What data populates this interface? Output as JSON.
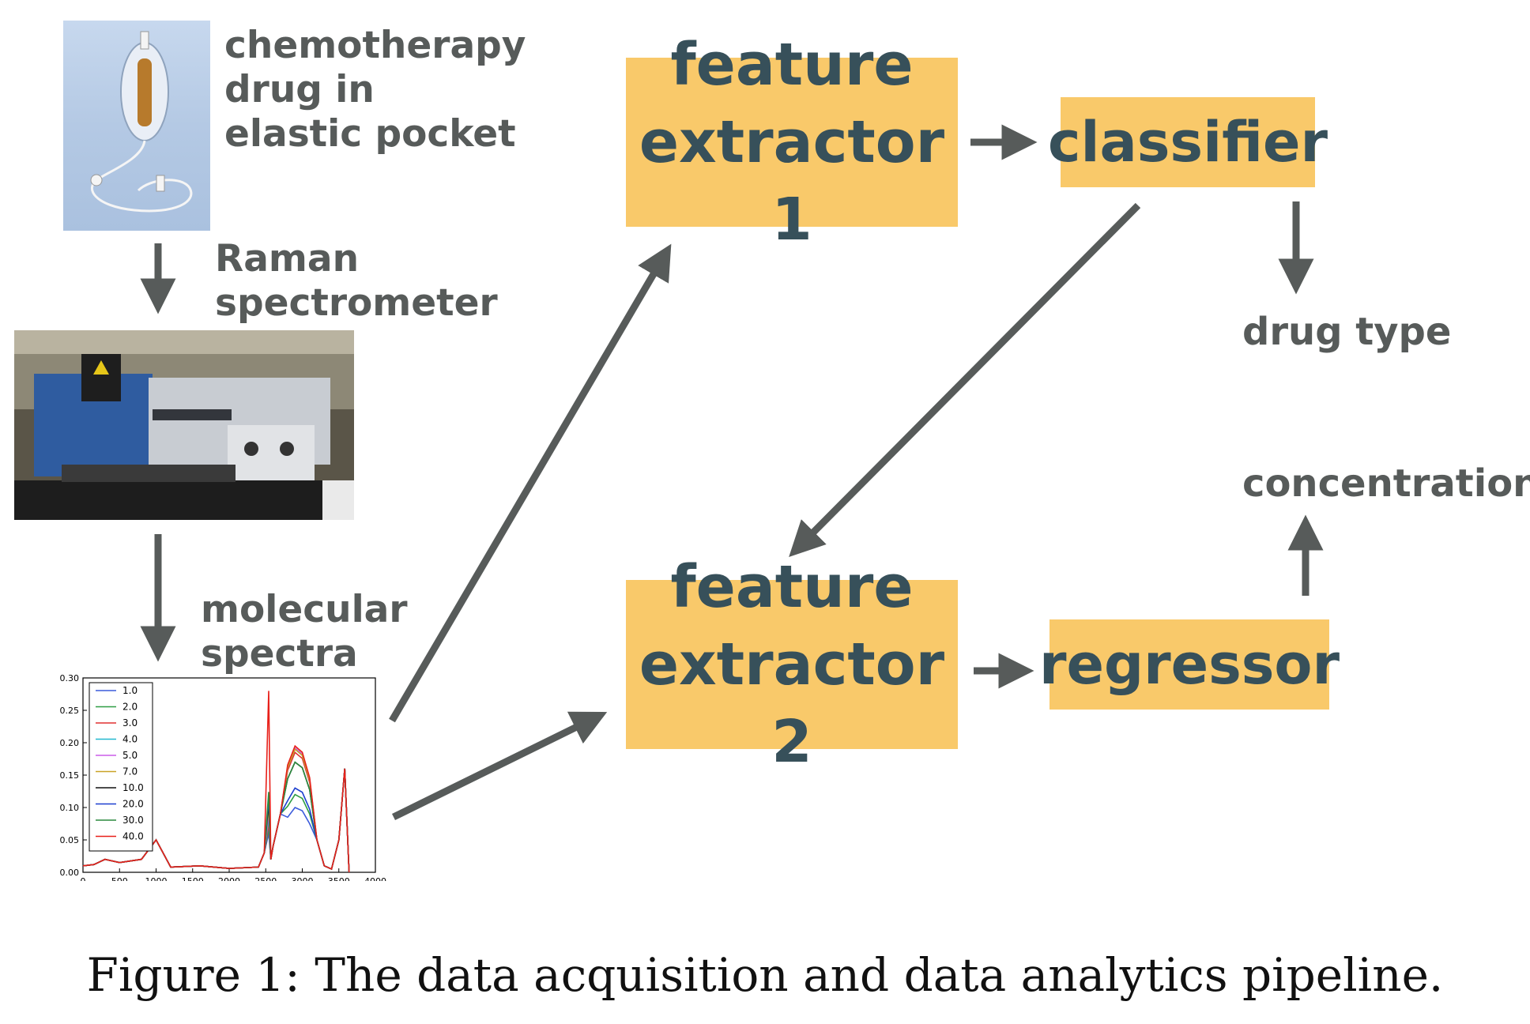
{
  "labels": {
    "drug": "chemotherapy\ndrug in\nelastic pocket",
    "raman": "Raman\nspectrometer",
    "spectra": "molecular\nspectra",
    "drug_type": "drug type",
    "concentration": "concentration"
  },
  "boxes": {
    "fe1": "feature\nextractor 1",
    "classifier": "classifier",
    "fe2": "feature\nextractor 2",
    "regressor": "regressor"
  },
  "caption": "Figure 1:  The data acquisition and data analytics pipeline.",
  "colors": {
    "box": "#f9c96a",
    "box_text": "#37505a",
    "arrow": "#575b5a",
    "label": "#575b5a"
  },
  "chart_data": {
    "type": "line",
    "title": "",
    "xlabel": "",
    "ylabel": "",
    "xlim": [
      0,
      4000
    ],
    "ylim": [
      0,
      0.3
    ],
    "xticks": [
      "0",
      "500",
      "1000",
      "1500",
      "2000",
      "2500",
      "3000",
      "3500",
      "4000"
    ],
    "yticks": [
      "0.00",
      "0.05",
      "0.10",
      "0.15",
      "0.20",
      "0.25",
      "0.30"
    ],
    "legend_position": "top-left",
    "legend": [
      "1.0",
      "2.0",
      "3.0",
      "4.0",
      "5.0",
      "7.0",
      "10.0",
      "20.0",
      "30.0",
      "40.0"
    ],
    "series_colors": [
      "#3b5bdb",
      "#2f9e44",
      "#e03131",
      "#22b8cf",
      "#cc5de8",
      "#c9a227",
      "#111111",
      "#1c3fcf",
      "#2b8a3e",
      "#e8201a"
    ],
    "x": [
      0,
      150,
      300,
      500,
      800,
      1000,
      1200,
      1600,
      2000,
      2400,
      2480,
      2540,
      2570,
      2600,
      2700,
      2800,
      2900,
      3000,
      3100,
      3200,
      3300,
      3400,
      3500,
      3580,
      3640
    ],
    "series_peaks": [
      0.1,
      0.12,
      0.185,
      0.19,
      0.192,
      0.19,
      0.17,
      0.13,
      0.17,
      0.195
    ]
  }
}
